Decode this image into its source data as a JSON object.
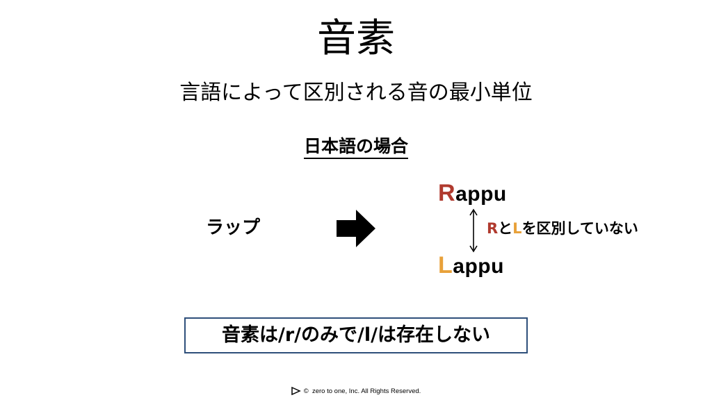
{
  "slide": {
    "title": "音素",
    "subtitle": "言語によって区別される音の最小単位",
    "section_heading": "日本語の場合",
    "katakana_word": "ラップ",
    "word_r": {
      "initial": "R",
      "rest": "appu"
    },
    "word_l": {
      "initial": "L",
      "rest": "appu"
    },
    "note": {
      "r": "R",
      "to": "と",
      "l": "L",
      "rest": "を区別していない"
    },
    "conclusion": "音素は/r/のみで/l/は存在しない",
    "footer": {
      "copyright_symbol": "©",
      "text": "zero to one, Inc. All Rights Reserved."
    }
  },
  "colors": {
    "r_color": "#b03a2e",
    "l_color": "#e8a13a",
    "box_border": "#2e4f7a",
    "text": "#000000"
  },
  "icons": {
    "big_arrow": "right-arrow-icon",
    "double_arrow": "up-down-arrow-icon",
    "logo": "play-triangle-logo-icon"
  }
}
